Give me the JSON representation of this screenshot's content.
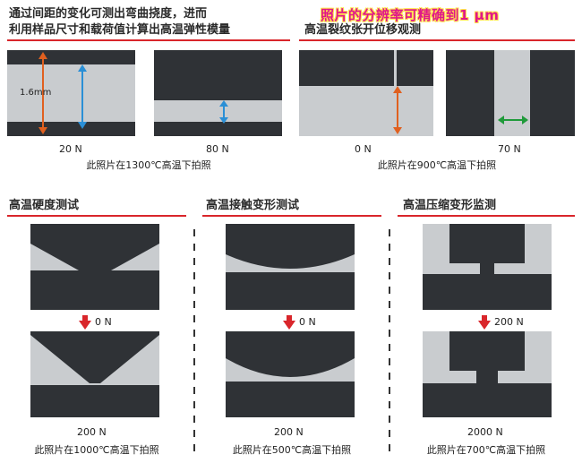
{
  "top_left": {
    "heading_line1": "通过间距的变化可测出弯曲挠度，进而",
    "heading_line2": "利用样品尺寸和载荷值计算出高温弹性模量",
    "dimension_label": "1.6mm",
    "force_a": "20 N",
    "force_b": "80 N",
    "caption": "此照片在1300℃高温下拍照"
  },
  "banner": "照片的分辨率可精确到1 μm",
  "top_right": {
    "heading": "高温裂纹张开位移观测",
    "force_a": "0 N",
    "force_b": "70 N",
    "caption": "此照片在900℃高温下拍照"
  },
  "bottom_left": {
    "heading": "高温硬度测试",
    "force_a": "0 N",
    "force_b": "200 N",
    "caption": "此照片在1000℃高温下拍照"
  },
  "bottom_mid": {
    "heading": "高温接触变形测试",
    "force_a": "0 N",
    "force_b": "200 N",
    "caption": "此照片在500℃高温下拍照"
  },
  "bottom_right": {
    "heading": "高温压缩变形监测",
    "force_a": "200 N",
    "force_b": "2000 N",
    "caption": "此照片在700℃高温下拍照"
  },
  "colors": {
    "accent_red": "#d9262b",
    "orange_arrow": "#e0601f",
    "blue_arrow": "#2a8fd6",
    "green_arrow": "#1f9a3a",
    "banner_pink": "#e0178a"
  }
}
